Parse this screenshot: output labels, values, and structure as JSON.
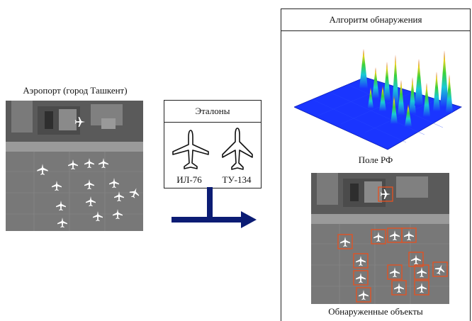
{
  "source": {
    "title": "Аэропорт (город Ташкент)"
  },
  "references": {
    "title": "Эталоны",
    "items": [
      {
        "label": "ИЛ-76",
        "icon": "plane-il76-icon"
      },
      {
        "label": "ТУ-134",
        "icon": "plane-tu134-icon"
      }
    ]
  },
  "algorithm": {
    "title": "Алгоритм обнаружения",
    "field_label": "Поле РФ",
    "result_label": "Обнаруженные объекты"
  },
  "colors": {
    "arrow": "#0b1c74",
    "surface": "#1a35ff",
    "detection_box": "#e8501e",
    "ground": "#6f6f6f"
  }
}
